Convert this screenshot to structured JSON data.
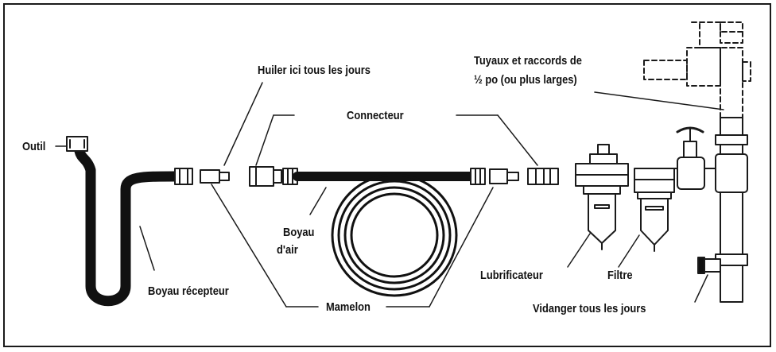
{
  "labels": {
    "outil": "Outil",
    "huiler": "Huiler ici tous les jours",
    "connecteur": "Connecteur",
    "tuyaux_line1": "Tuyaux et raccords de",
    "tuyaux_line2": "½ po (ou plus larges)",
    "boyau_air_line1": "Boyau",
    "boyau_air_line2": "d'air",
    "boyau_recepteur": "Boyau récepteur",
    "mamelon": "Mamelon",
    "lubrificateur": "Lubrificateur",
    "filtre": "Filtre",
    "vidanger": "Vidanger tous les jours"
  },
  "colors": {
    "ink": "#1a1a1a",
    "hose": "#111111"
  }
}
